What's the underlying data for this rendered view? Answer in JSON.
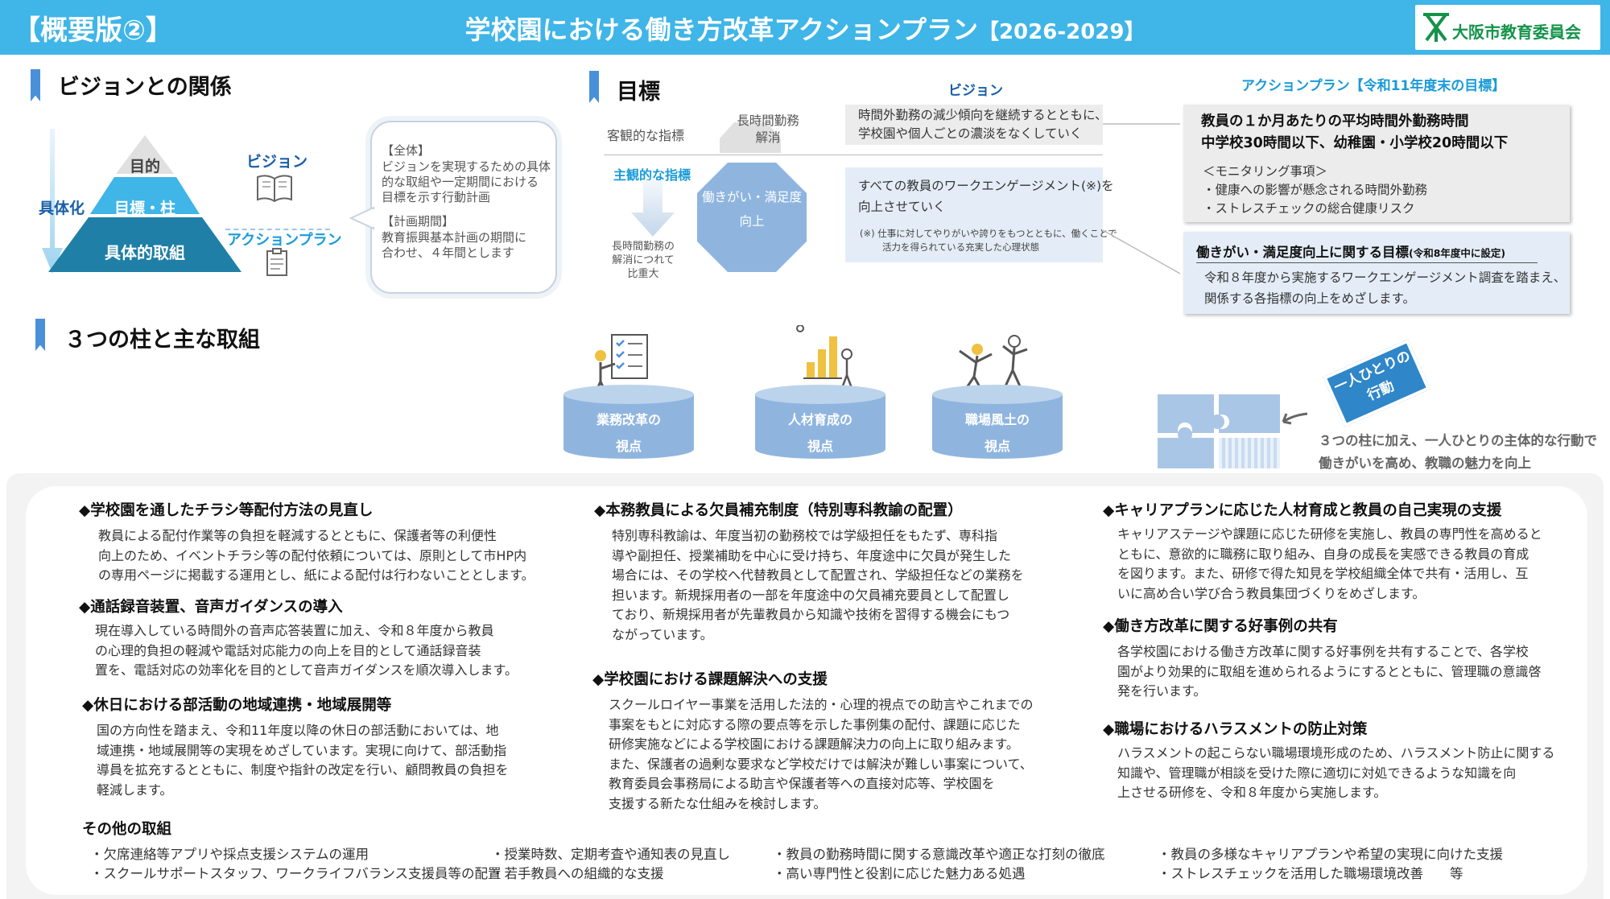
{
  "header": {
    "tag": "【概要版②】",
    "title": "学校園における働き方改革アクションプラン",
    "years": "【2026-2029】",
    "org": "大阪市教育委員会",
    "color": "#3fb5e8"
  },
  "vision_section": {
    "title": "ビジョンとの関係",
    "pyramid": {
      "top": "目的",
      "middle": "目標・柱",
      "bottom": "具体的取組"
    },
    "side_label": "具体化",
    "vision_label": "ビジョン",
    "action_label": "アクションプラン",
    "callout": {
      "h1": "【全体】",
      "p1": [
        "ビジョンを実現するための具体",
        "的な取組や一定期間における",
        "目標を示す行動計画"
      ],
      "h2": "【計画期間】",
      "p2": [
        "教育振興基本計画の期間に",
        "合わせ、４年間とします"
      ]
    }
  },
  "goal_section": {
    "title": "目標",
    "vision_head": "ビジョン",
    "action_head": "アクションプラン【令和11年度末の目標】",
    "objective_label": "客観的な指標",
    "subjective_label": "主観的な指標",
    "long_hours_line1": "長時間勤務",
    "long_hours_line2": "解消",
    "octagon_line1": "働きがい・満足度",
    "octagon_line2": "向上",
    "proportion_lines": [
      "長時間勤務の",
      "解消につれて",
      "比重大"
    ],
    "vision_box1": [
      "時間外勤務の減少傾向を継続するとともに、",
      "学校園や個人ごとの濃淡をなくしていく"
    ],
    "vision_box2": [
      "すべての教員のワークエンゲージメント(※)を",
      "向上させていく"
    ],
    "vision_note": [
      "(※) 仕事に対してやりがいや誇りをもつとともに、働くことで",
      "活力を得られている充実した心理状態"
    ],
    "ap_box1": {
      "head1": "教員の１か月あたりの平均時間外勤務時間",
      "head2": "中学校30時間以下、幼稚園・小学校20時間以下",
      "sub": "＜モニタリング事項＞",
      "items": [
        "・健康への影響が懸念される時間外勤務",
        "・ストレスチェックの総合健康リスク"
      ]
    },
    "ap_box2": {
      "head": "働きがい・満足度向上に関する目標",
      "head_note": "(令和8年度中に設定)",
      "lines": [
        "令和８年度から実施するワークエンゲージメント調査を踏まえ、",
        "関係する各指標の向上をめざします。"
      ]
    }
  },
  "pillars_section": {
    "title": "３つの柱と主な取組",
    "pillars": [
      {
        "line1": "業務改革の",
        "line2": "視点"
      },
      {
        "line1": "人材育成の",
        "line2": "視点"
      },
      {
        "line1": "職場風土の",
        "line2": "視点"
      }
    ],
    "tag_line1": "一人ひとりの",
    "tag_line2": "行動",
    "caption_line1": "３つの柱に加え、一人ひとりの主体的な行動で",
    "caption_line2": "働きがいを高め、教職の魅力を向上"
  },
  "initiatives": {
    "col1": [
      {
        "title": "◆学校園を通したチラシ等配付方法の見直し",
        "lines": [
          "教員による配付作業等の負担を軽減するとともに、保護者等の利便性",
          "向上のため、イベントチラシ等の配付依頼については、原則として市HP内",
          "の専用ページに掲載する運用とし、紙による配付は行わないこととします。"
        ]
      },
      {
        "title": "◆通話録音装置、音声ガイダンスの導入",
        "lines": [
          "現在導入している時間外の音声応答装置に加え、令和８年度から教員",
          "の心理的負担の軽減や電話対応能力の向上を目的として通話録音装",
          "置を、電話対応の効率化を目的として音声ガイダンスを順次導入します。"
        ]
      },
      {
        "title": "◆休日における部活動の地域連携・地域展開等",
        "lines": [
          "国の方向性を踏まえ、令和11年度以降の休日の部活動においては、地",
          "域連携・地域展開等の実現をめざしています。実現に向けて、部活動指",
          "導員を拡充するとともに、制度や指針の改定を行い、顧問教員の負担を",
          "軽減します。"
        ]
      }
    ],
    "col2": [
      {
        "title": "◆本務教員による欠員補充制度（特別専科教諭の配置）",
        "lines": [
          "特別専科教諭は、年度当初の勤務校では学級担任をもたず、専科指",
          "導や副担任、授業補助を中心に受け持ち、年度途中に欠員が発生した",
          "場合には、その学校へ代替教員として配置され、学級担任などの業務を",
          "担います。新規採用者の一部を年度途中の欠員補充要員として配置し",
          "ており、新規採用者が先輩教員から知識や技術を習得する機会にもつ",
          "ながっています。"
        ]
      },
      {
        "title": "◆学校園における課題解決への支援",
        "lines": [
          "スクールロイヤー事業を活用した法的・心理的視点での助言やこれまでの",
          "事案をもとに対応する際の要点等を示した事例集の配付、課題に応じた",
          "研修実施などによる学校園における課題解決力の向上に取り組みます。",
          "また、保護者の過剰な要求など学校だけでは解決が難しい事案について、",
          "教育委員会事務局による助言や保護者等への直接対応等、学校園を",
          "支援する新たな仕組みを検討します。"
        ]
      }
    ],
    "col3": [
      {
        "title": "◆キャリアプランに応じた人材育成と教員の自己実現の支援",
        "lines": [
          "キャリアステージや課題に応じた研修を実施し、教員の専門性を高めると",
          "ともに、意欲的に職務に取り組み、自身の成長を実感できる教員の育成",
          "を図ります。また、研修で得た知見を学校組織全体で共有・活用し、互",
          "いに高め合い学び合う教員集団づくりをめざします。"
        ]
      },
      {
        "title": "◆働き方改革に関する好事例の共有",
        "lines": [
          "各学校園における働き方改革に関する好事例を共有することで、各学校",
          "園がより効果的に取組を進められるようにするとともに、管理職の意識啓",
          "発を行います。"
        ]
      },
      {
        "title": "◆職場におけるハラスメントの防止対策",
        "lines": [
          "ハラスメントの起こらない職場環境形成のため、ハラスメント防止に関する",
          "知識や、管理職が相談を受けた際に適切に対処できるような知識を向",
          "上させる研修を、令和８年度から実施します。"
        ]
      }
    ]
  },
  "others": {
    "title": "その他の取組",
    "cols": [
      [
        "・欠席連絡等アプリや採点支援システムの運用",
        "・スクールサポートスタッフ、ワークライフバランス支援員等の配置"
      ],
      [
        "・授業時数、定期考査や通知表の見直し",
        "・若手教員への組織的な支援"
      ],
      [
        "・教員の勤務時間に関する意識改革や適正な打刻の徹底",
        "・高い専門性と役割に応じた魅力ある処遇"
      ],
      [
        "・教員の多様なキャリアプランや希望の実現に向けた支援",
        "・ストレスチェックを活用した職場環境改善　　等"
      ]
    ]
  }
}
